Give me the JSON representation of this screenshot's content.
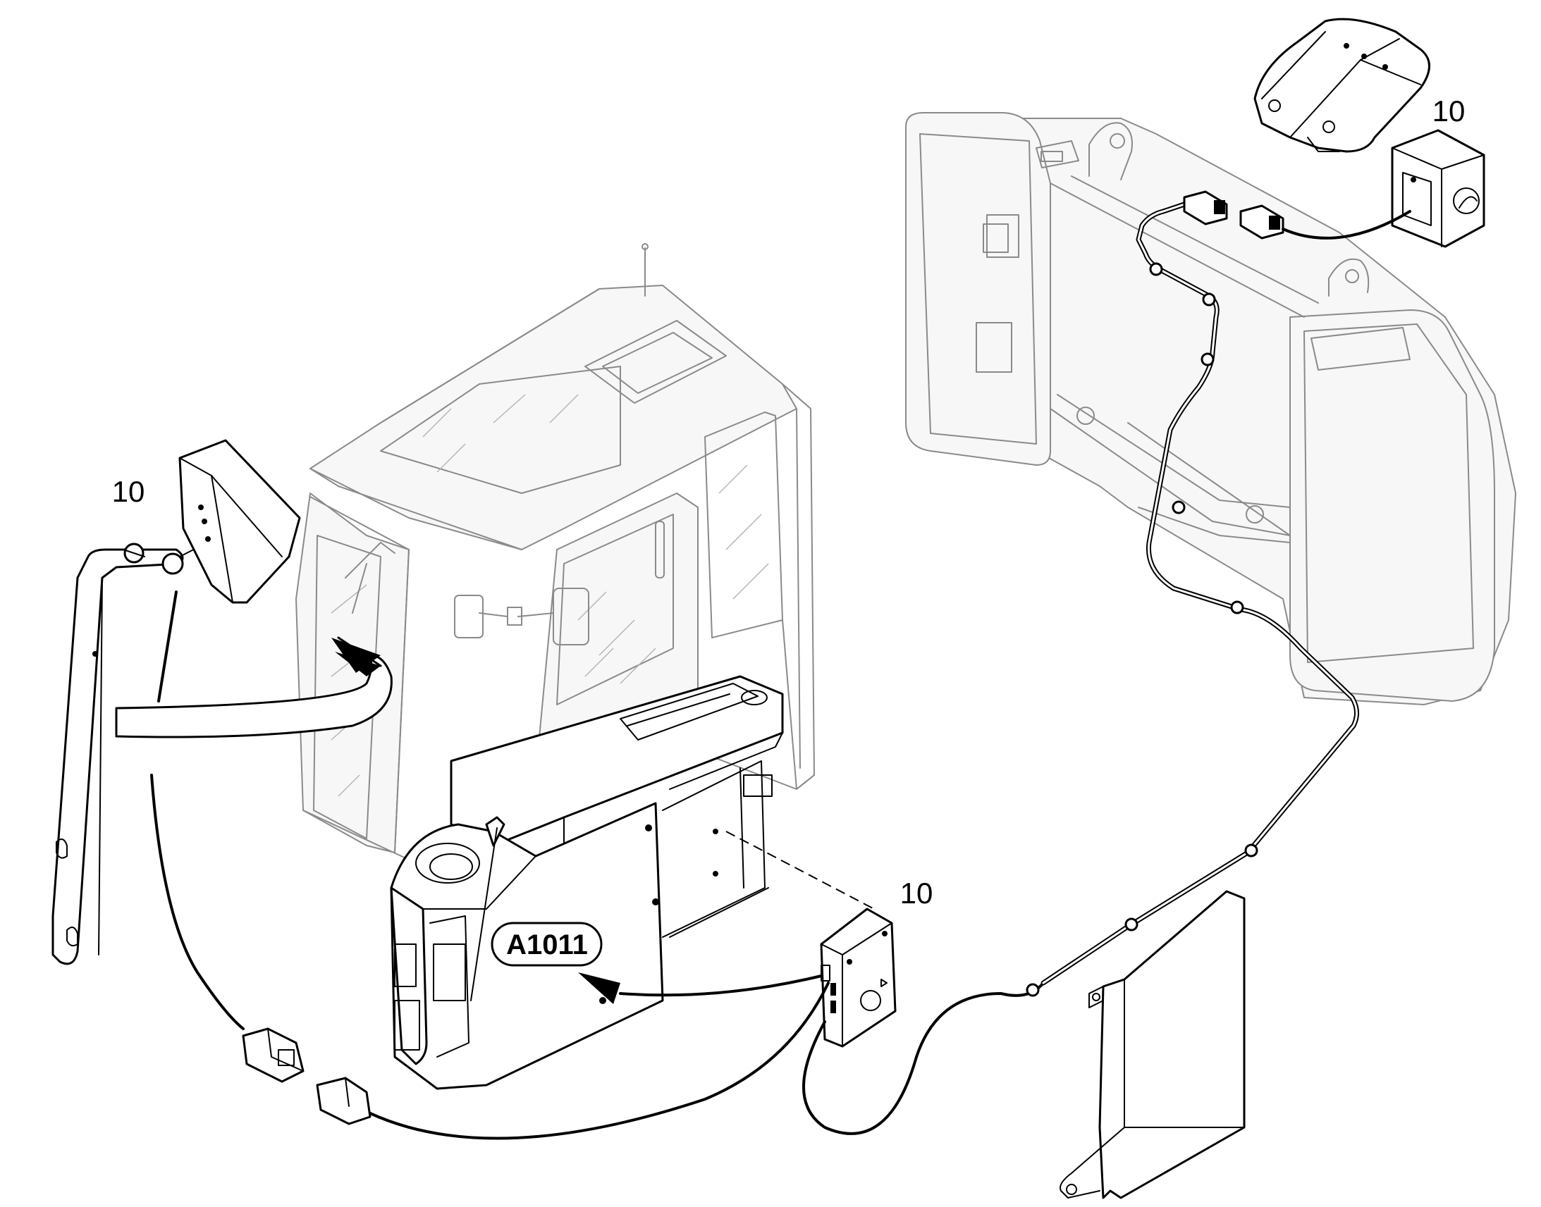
{
  "callouts": [
    {
      "id": "callout-rear-camera",
      "label": "10"
    },
    {
      "id": "callout-left-camera",
      "label": "10"
    },
    {
      "id": "callout-control-unit",
      "label": "10"
    }
  ],
  "location_tag": {
    "label": "A1011"
  }
}
